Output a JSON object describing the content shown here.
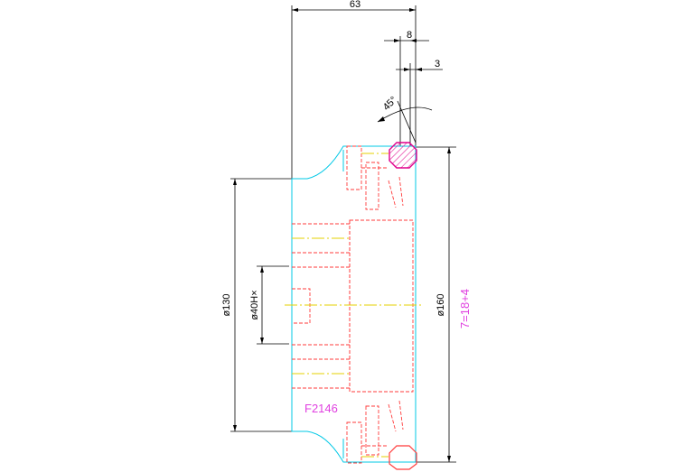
{
  "dimensions": {
    "width_63": "63",
    "width_8": "8",
    "width_3": "3",
    "angle_45": "45°",
    "dia_130": "ø130",
    "dia_40": "ø40H×",
    "dia_160": "ø160"
  },
  "labels": {
    "part_code": "F2146",
    "formula": "7=18+4"
  },
  "colors": {
    "dimension": "#000000",
    "outline": "#00c8e6",
    "hidden": "#ff3b3b",
    "centerline": "#e6d200",
    "seal": "#e0008c",
    "annotation": "#e040e0"
  }
}
